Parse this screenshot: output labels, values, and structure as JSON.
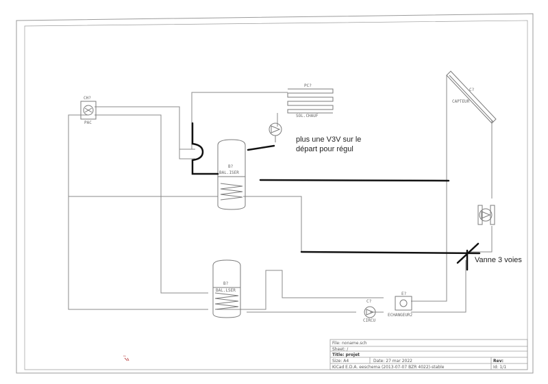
{
  "components": {
    "pac": {
      "ref": "CH?",
      "name": "PAC"
    },
    "pc": {
      "ref": "PC?",
      "name": "SOL.CHAUF"
    },
    "ballon_top": {
      "ref": "B?",
      "name": "BAL.ISER"
    },
    "ballon_bottom": {
      "ref": "B?",
      "name": "BAL.LSER"
    },
    "capteur": {
      "ref": "C?",
      "name": "CAPTEUR"
    },
    "circulateur": {
      "ref": "C?",
      "name": "CIRCU"
    },
    "echangeur": {
      "ref": "E?",
      "name": "ECHANGEUR2"
    }
  },
  "annotations": {
    "note_v3v_line1": "plus une V3V sur le",
    "note_v3v_line2": "départ pour régul",
    "note_vanne": "Vanne 3 voies",
    "stray_mark": "™"
  },
  "title_block": {
    "file": "File: noname.sch",
    "sheet": "Sheet: /",
    "title": "Title: projet",
    "size": "Size: A4",
    "date": "Date: 27 mar 2022",
    "rev": "Rev:",
    "kicad": "KiCad E.D.A.  eeschema (2013-07-07 BZR 4022)-stable",
    "id": "Id: 1/1"
  },
  "colors": {
    "drawing_lines": "#8a8a8a",
    "markup_lines": "#111111",
    "background": "#ffffff"
  }
}
